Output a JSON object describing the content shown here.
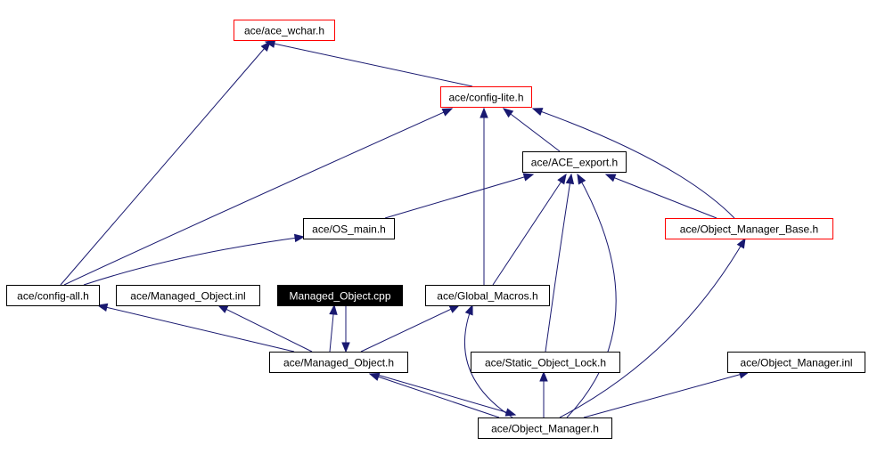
{
  "diagram": {
    "edge_color": "#191970",
    "nodes": [
      {
        "id": "ace_wchar",
        "label": "ace/ace_wchar.h",
        "style": "red"
      },
      {
        "id": "config_lite",
        "label": "ace/config-lite.h",
        "style": "red"
      },
      {
        "id": "ace_export",
        "label": "ace/ACE_export.h",
        "style": "normal"
      },
      {
        "id": "os_main",
        "label": "ace/OS_main.h",
        "style": "normal"
      },
      {
        "id": "object_manager_base",
        "label": "ace/Object_Manager_Base.h",
        "style": "red"
      },
      {
        "id": "config_all",
        "label": "ace/config-all.h",
        "style": "normal"
      },
      {
        "id": "managed_object_inl",
        "label": "ace/Managed_Object.inl",
        "style": "normal"
      },
      {
        "id": "managed_object_cpp",
        "label": "Managed_Object.cpp",
        "style": "dark"
      },
      {
        "id": "global_macros",
        "label": "ace/Global_Macros.h",
        "style": "normal"
      },
      {
        "id": "managed_object_h",
        "label": "ace/Managed_Object.h",
        "style": "normal"
      },
      {
        "id": "static_object_lock",
        "label": "ace/Static_Object_Lock.h",
        "style": "normal"
      },
      {
        "id": "object_manager_inl",
        "label": "ace/Object_Manager.inl",
        "style": "normal"
      },
      {
        "id": "object_manager_h",
        "label": "ace/Object_Manager.h",
        "style": "normal"
      }
    ],
    "edges": [
      {
        "from": "config_lite",
        "to": "ace_wchar"
      },
      {
        "from": "config_all",
        "to": "ace_wchar"
      },
      {
        "from": "config_all",
        "to": "config_lite"
      },
      {
        "from": "ace_export",
        "to": "config_lite"
      },
      {
        "from": "global_macros",
        "to": "config_lite"
      },
      {
        "from": "object_manager_base",
        "to": "config_lite"
      },
      {
        "from": "os_main",
        "to": "ace_export"
      },
      {
        "from": "global_macros",
        "to": "ace_export"
      },
      {
        "from": "static_object_lock",
        "to": "ace_export"
      },
      {
        "from": "object_manager_h",
        "to": "ace_export"
      },
      {
        "from": "object_manager_base",
        "to": "ace_export"
      },
      {
        "from": "config_all",
        "to": "os_main"
      },
      {
        "from": "managed_object_h",
        "to": "config_all"
      },
      {
        "from": "managed_object_h",
        "to": "managed_object_inl"
      },
      {
        "from": "managed_object_h",
        "to": "managed_object_cpp"
      },
      {
        "from": "managed_object_cpp",
        "to": "managed_object_h"
      },
      {
        "from": "managed_object_h",
        "to": "global_macros"
      },
      {
        "from": "object_manager_h",
        "to": "global_macros"
      },
      {
        "from": "object_manager_h",
        "to": "managed_object_h"
      },
      {
        "from": "managed_object_h",
        "to": "object_manager_h"
      },
      {
        "from": "object_manager_h",
        "to": "static_object_lock"
      },
      {
        "from": "object_manager_h",
        "to": "object_manager_base"
      },
      {
        "from": "object_manager_h",
        "to": "object_manager_inl"
      }
    ]
  }
}
